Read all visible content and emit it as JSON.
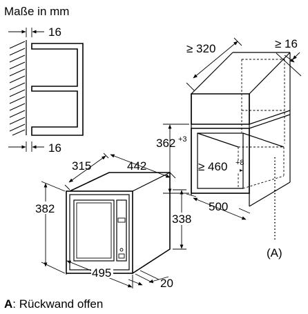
{
  "title": "Maße in mm",
  "legend": {
    "key": "A",
    "text": ": Rückwand offen"
  },
  "dimensions": {
    "side_gap_top": "16",
    "side_gap_bottom": "16",
    "cabinet_depth": "≥ 320",
    "cabinet_gap": "≥ 16",
    "niche_height": "362",
    "niche_height_tol": "+3",
    "niche_width": "≥ 460",
    "niche_width_tol": "+8",
    "niche_depth": "500",
    "device_depth": "315",
    "device_width": "442",
    "device_height": "382",
    "device_body_height": "338",
    "device_front_width": "495",
    "device_front_depth": "20"
  },
  "callout": "(A)"
}
